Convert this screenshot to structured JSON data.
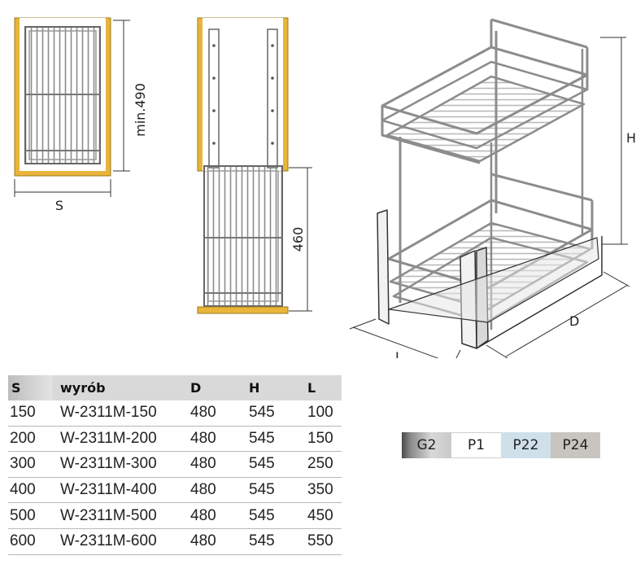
{
  "dimensions": {
    "min_depth": "min.490",
    "width_s": "S",
    "extension": "460",
    "height_h": "H",
    "depth_d": "D",
    "length_l": "L"
  },
  "table": {
    "headers": [
      "S",
      "wyrób",
      "D",
      "H",
      "L"
    ],
    "rows": [
      [
        "150",
        "W-2311M-150",
        "480",
        "545",
        "100"
      ],
      [
        "200",
        "W-2311M-200",
        "480",
        "545",
        "150"
      ],
      [
        "300",
        "W-2311M-300",
        "480",
        "545",
        "250"
      ],
      [
        "400",
        "W-2311M-400",
        "480",
        "545",
        "350"
      ],
      [
        "500",
        "W-2311M-500",
        "480",
        "545",
        "450"
      ],
      [
        "600",
        "W-2311M-600",
        "480",
        "545",
        "550"
      ]
    ]
  },
  "finishes": [
    "G2",
    "P1",
    "P22",
    "P24"
  ],
  "colors": {
    "cabinet_wood": "#e8b53a",
    "wire": "#8c8c8c",
    "line": "#333333"
  }
}
